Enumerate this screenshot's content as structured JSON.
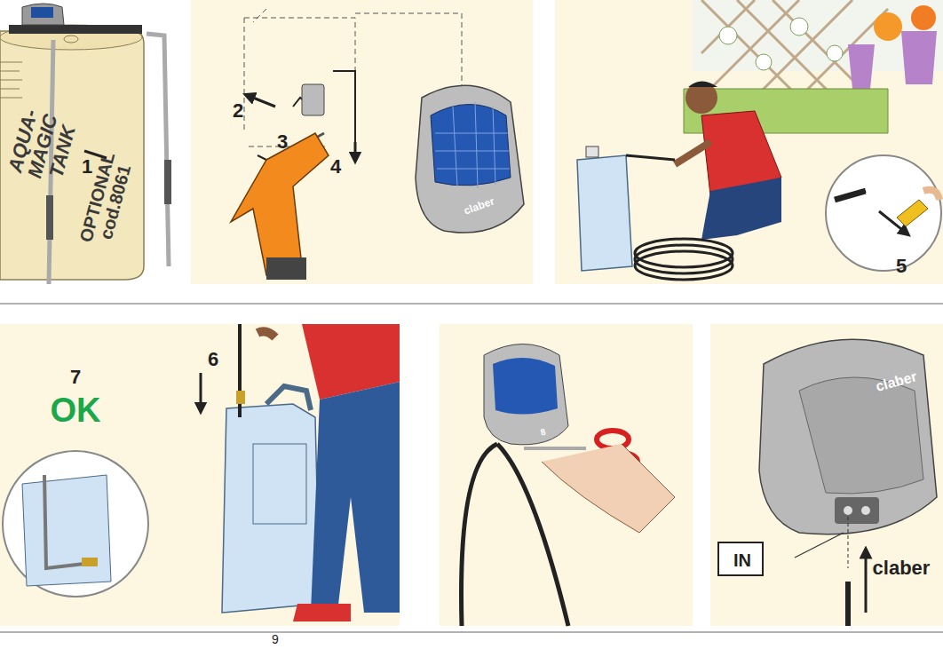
{
  "diagram": {
    "nodes": [
      {
        "text": [
          "IN"
        ]
      }
    ],
    "labels": [
      "AQUA-MAGIC TANK",
      "OPTIONAL cod.8061",
      "1",
      "2",
      "3",
      "4",
      "claber",
      "5",
      "7",
      "OK",
      "6",
      "8",
      "claber",
      "claber",
      "9"
    ]
  }
}
